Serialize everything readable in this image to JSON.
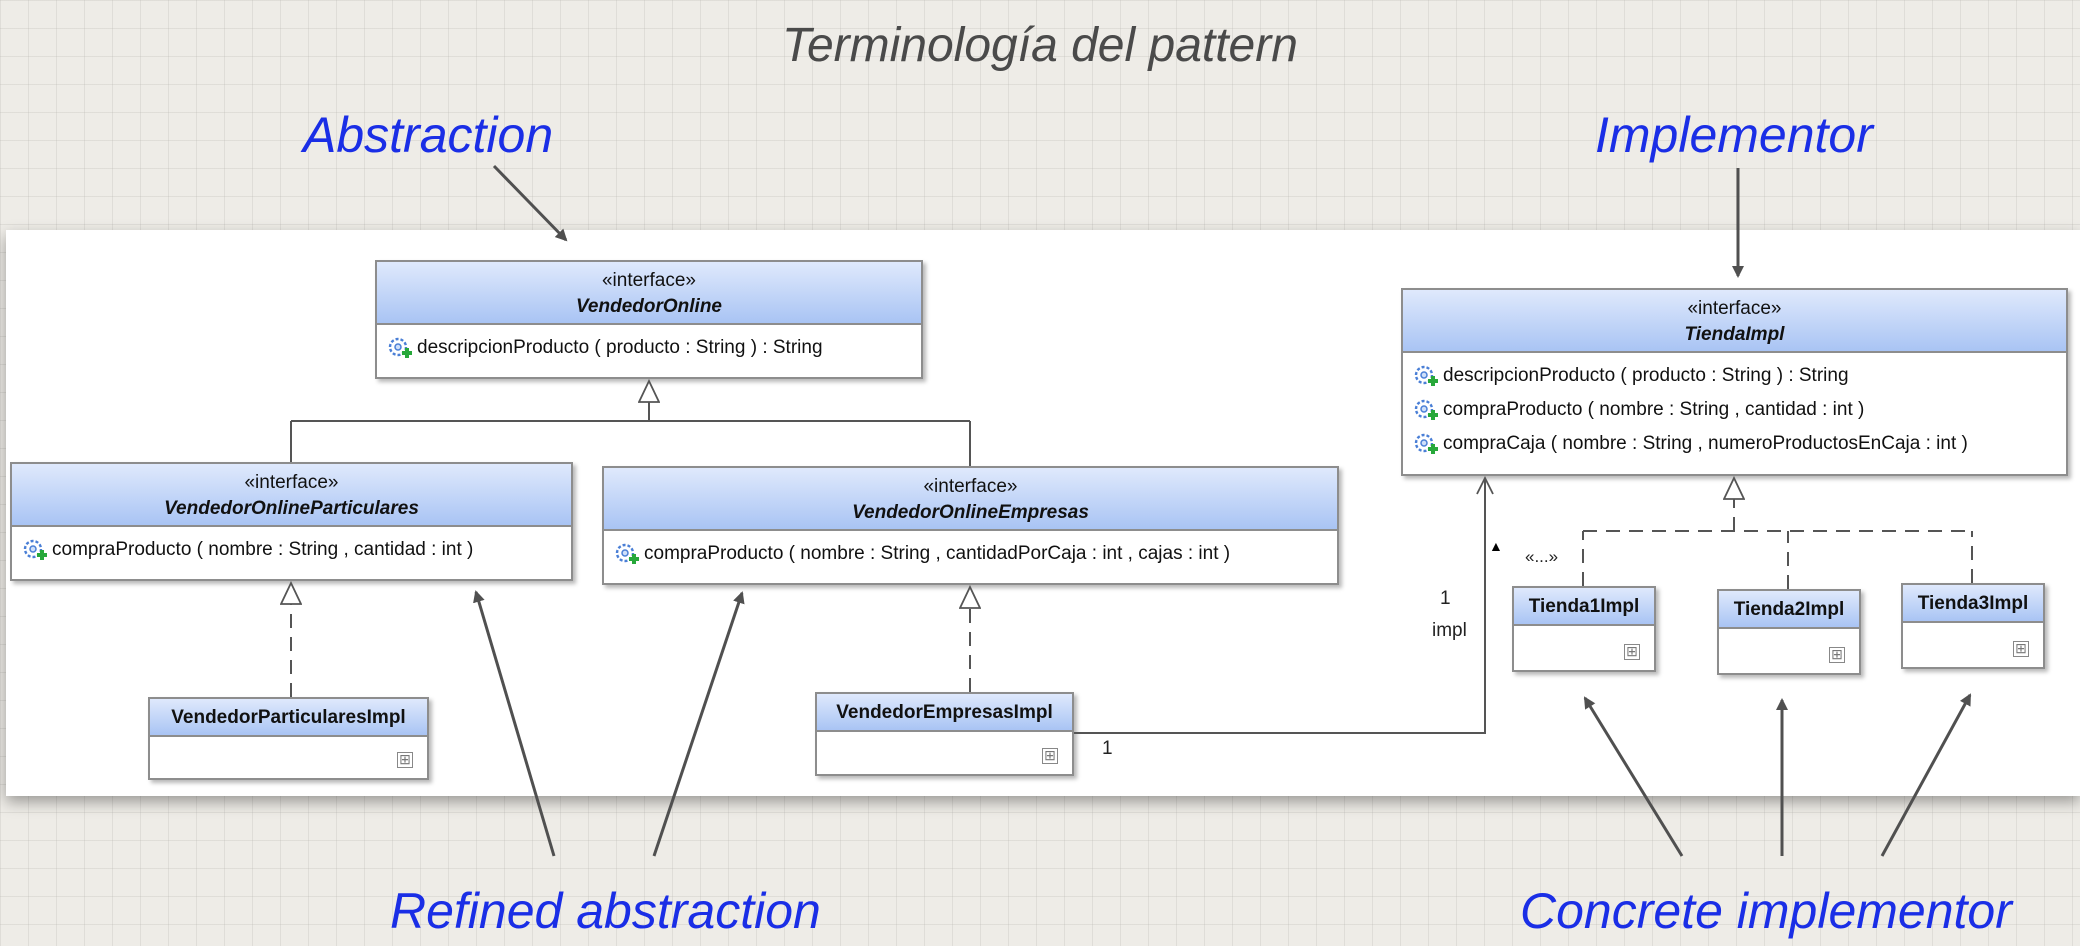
{
  "title": "Terminología del pattern",
  "terms": {
    "abstraction": "Abstraction",
    "implementor": "Implementor",
    "refined_abstraction": "Refined abstraction",
    "concrete_implementor": "Concrete  implementor"
  },
  "classes": {
    "vendedor_online": {
      "stereotype": "«interface»",
      "name": "VendedorOnline",
      "ops": [
        "descripcionProducto ( producto : String  ) :  String"
      ]
    },
    "vendedor_online_particulares": {
      "stereotype": "«interface»",
      "name": "VendedorOnlineParticulares",
      "ops": [
        "compraProducto ( nombre : String , cantidad : int  )"
      ]
    },
    "vendedor_online_empresas": {
      "stereotype": "«interface»",
      "name": "VendedorOnlineEmpresas",
      "ops": [
        "compraProducto ( nombre : String , cantidadPorCaja : int , cajas : int  )"
      ]
    },
    "vendedor_particulares_impl": {
      "name": "VendedorParticularesImpl",
      "expand": "⊞"
    },
    "vendedor_empresas_impl": {
      "name": "VendedorEmpresasImpl",
      "expand": "⊞"
    },
    "tienda_impl": {
      "stereotype": "«interface»",
      "name": "TiendaImpl",
      "ops": [
        "descripcionProducto ( producto : String  ) :  String",
        "compraProducto ( nombre : String , cantidad : int  )",
        "compraCaja ( nombre : String , numeroProductosEnCaja : int  )"
      ]
    },
    "tienda1": {
      "name": "Tienda1Impl",
      "expand": "⊞"
    },
    "tienda2": {
      "name": "Tienda2Impl",
      "expand": "⊞"
    },
    "tienda3": {
      "name": "Tienda3Impl",
      "expand": "⊞"
    }
  },
  "association": {
    "multiplicity_target": "1",
    "role": "impl",
    "multiplicity_source": "1",
    "direction_marker": "▲"
  },
  "realization_stereotype": "«...»",
  "colors": {
    "term": "#1a2ee6",
    "header_top": "#dfe9fc",
    "header_bottom": "#a9c4f4",
    "arrow": "#505050"
  },
  "icons": {
    "operation": "public-method-gear-icon"
  }
}
